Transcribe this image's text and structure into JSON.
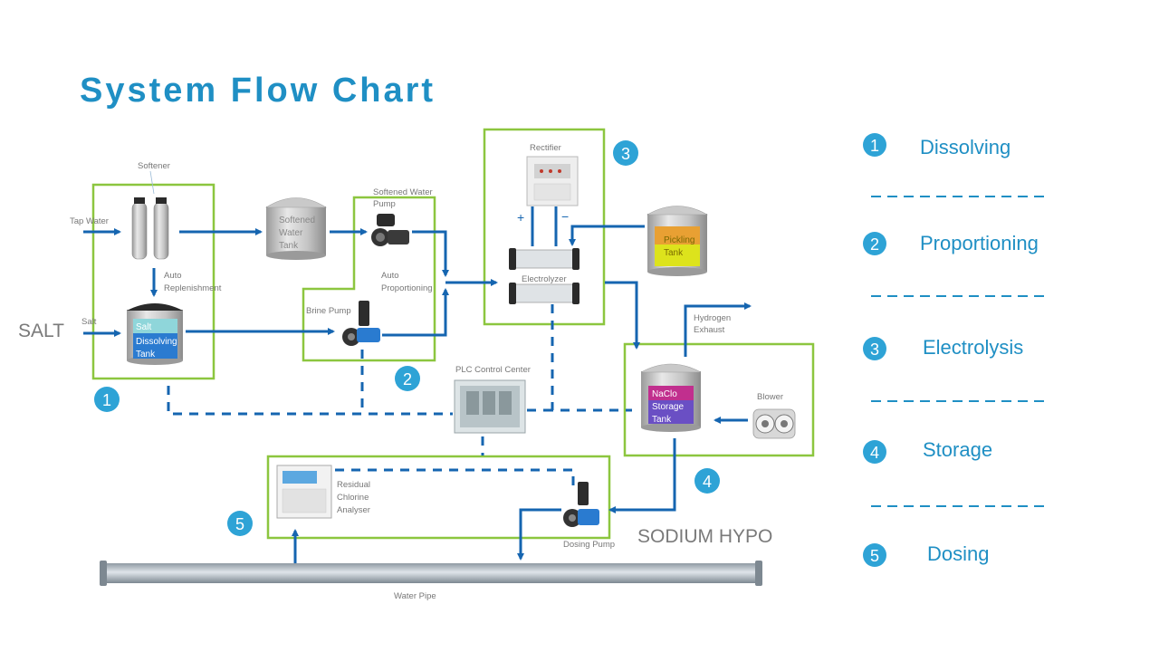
{
  "title": "System Flow Chart",
  "labels": {
    "softener": "Softener",
    "tap_water": "Tap Water",
    "auto_replenishment": [
      "Auto",
      "Replenishment"
    ],
    "salt_big": "SALT",
    "salt_small": "Salt",
    "salt_tank": [
      "Salt",
      "Dissolving",
      "Tank"
    ],
    "softened_water_tank": [
      "Softened",
      "Water",
      "Tank"
    ],
    "softened_water_pump": [
      "Softened Water",
      "Pump"
    ],
    "auto_proportioning": [
      "Auto",
      "Proportioning"
    ],
    "brine_pump": "Brine Pump",
    "rectifier": "Rectifier",
    "plus": "+",
    "minus": "−",
    "electrolyzer": "Electrolyzer",
    "pickling_tank": [
      "Pickling",
      "Tank"
    ],
    "hydrogen_exhaust": [
      "Hydrogen",
      "Exhaust"
    ],
    "naclo_tank": [
      "NaClo",
      "Storage",
      "Tank"
    ],
    "blower": "Blower",
    "plc": "PLC Control Center",
    "analyser": [
      "Residual",
      "Chlorine",
      "Analyser"
    ],
    "dosing_pump": "Dosing Pump",
    "sodium_hypo": "SODIUM HYPO",
    "water_pipe": "Water Pipe"
  },
  "badges": [
    "1",
    "2",
    "3",
    "4",
    "5"
  ],
  "legend": [
    {
      "num": "1",
      "label": "Dissolving"
    },
    {
      "num": "2",
      "label": "Proportioning"
    },
    {
      "num": "3",
      "label": "Electrolysis"
    },
    {
      "num": "4",
      "label": "Storage"
    },
    {
      "num": "5",
      "label": "Dosing"
    }
  ],
  "colors": {
    "title": "#1f8fc4",
    "box": "#8cc63f",
    "flow": "#1565b0",
    "badge": "#2ea3d6"
  }
}
